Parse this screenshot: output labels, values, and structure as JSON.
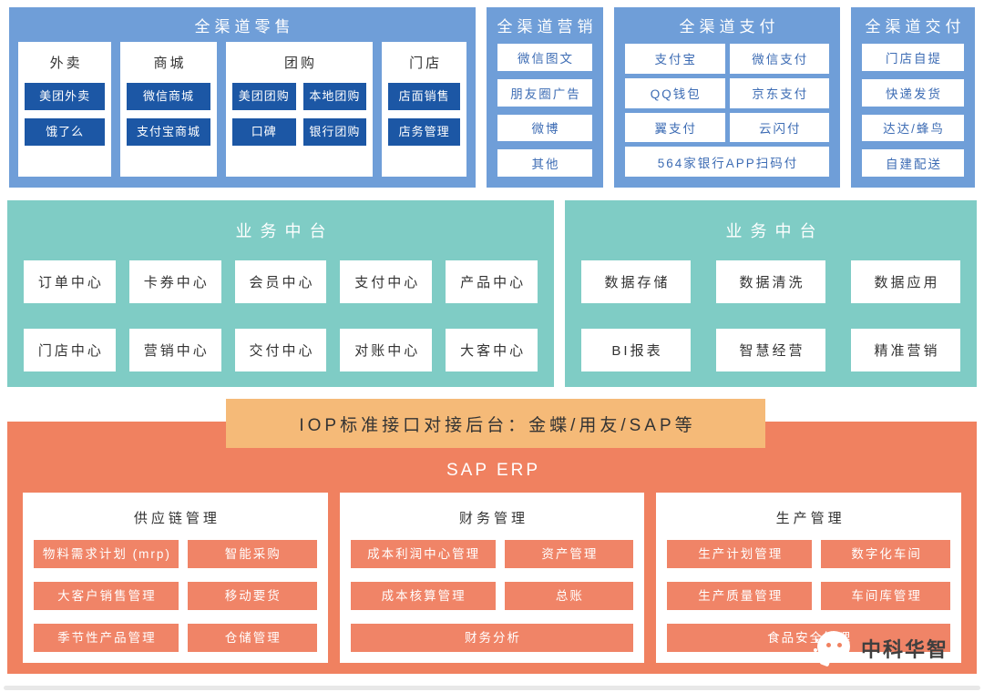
{
  "top": {
    "retail": {
      "title": "全渠道零售",
      "groups": [
        {
          "title": "外卖",
          "items": [
            "美团外卖",
            "饿了么"
          ]
        },
        {
          "title": "商城",
          "items": [
            "微信商城",
            "支付宝商城"
          ]
        },
        {
          "title": "团购",
          "items": [
            "美团团购",
            "本地团购",
            "口碑",
            "银行团购"
          ]
        },
        {
          "title": "门店",
          "items": [
            "店面销售",
            "店务管理"
          ]
        }
      ]
    },
    "marketing": {
      "title": "全渠道营销",
      "items": [
        "微信图文",
        "朋友圈广告",
        "微博",
        "其他"
      ]
    },
    "payment": {
      "title": "全渠道支付",
      "pairs": [
        [
          "支付宝",
          "微信支付"
        ],
        [
          "QQ钱包",
          "京东支付"
        ],
        [
          "翼支付",
          "云闪付"
        ]
      ],
      "wide": "564家银行APP扫码付"
    },
    "delivery": {
      "title": "全渠道交付",
      "items": [
        "门店自提",
        "快递发货",
        "达达/蜂鸟",
        "自建配送"
      ]
    }
  },
  "middle": {
    "business": {
      "title": "业务中台",
      "rows": [
        [
          "订单中心",
          "卡券中心",
          "会员中心",
          "支付中心",
          "产品中心"
        ],
        [
          "门店中心",
          "营销中心",
          "交付中心",
          "对账中心",
          "大客中心"
        ]
      ]
    },
    "data": {
      "title": "业务中台",
      "rows": [
        [
          "数据存储",
          "数据清洗",
          "数据应用"
        ],
        [
          "BI报表",
          "智慧经营",
          "精准营销"
        ]
      ]
    }
  },
  "connector": {
    "label": "IOP标准接口对接后台：金蝶/用友/SAP等"
  },
  "erp": {
    "title": "SAP ERP",
    "panels": [
      {
        "title": "供应链管理",
        "rows": [
          [
            "物料需求计划 (mrp)",
            "智能采购"
          ],
          [
            "大客户销售管理",
            "移动要货"
          ],
          [
            "季节性产品管理",
            "仓储管理"
          ]
        ]
      },
      {
        "title": "财务管理",
        "rows": [
          [
            "成本利润中心管理",
            "资产管理"
          ],
          [
            "成本核算管理",
            "总账"
          ],
          [
            "财务分析"
          ]
        ]
      },
      {
        "title": "生产管理",
        "rows": [
          [
            "生产计划管理",
            "数字化车间"
          ],
          [
            "生产质量管理",
            "车间库管理"
          ],
          [
            "食品安全管理"
          ]
        ]
      }
    ]
  },
  "watermark": {
    "label": "中科华智"
  }
}
